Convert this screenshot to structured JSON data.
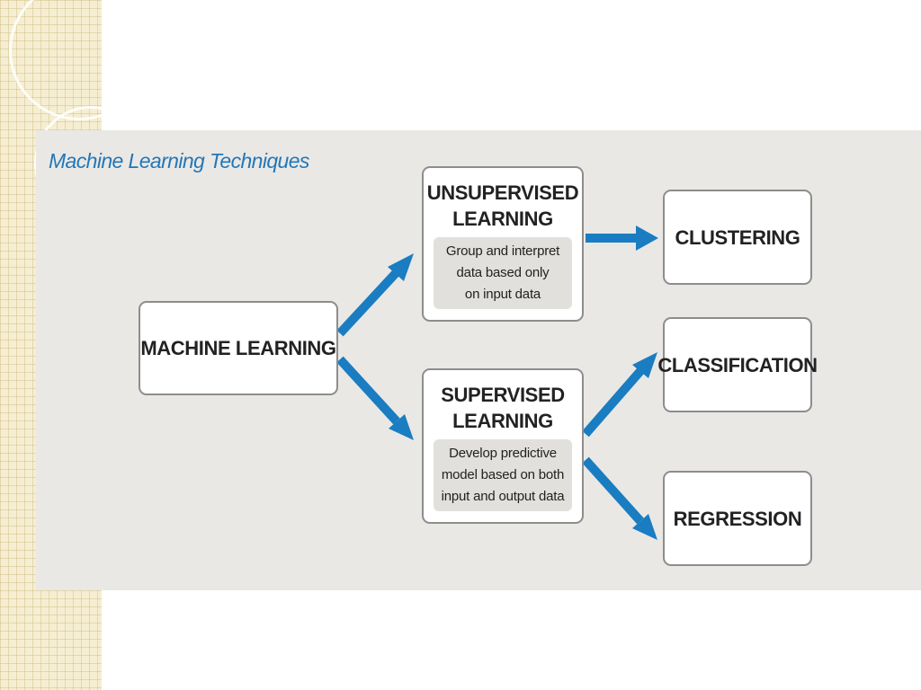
{
  "diagram": {
    "title": "Machine Learning Techniques",
    "nodes": {
      "machine_learning": {
        "label": "MACHINE LEARNING"
      },
      "unsupervised": {
        "title_lines": [
          "UNSUPERVISED",
          "LEARNING"
        ],
        "description_lines": [
          "Group and interpret",
          "data based only",
          "on input data"
        ]
      },
      "supervised": {
        "title_lines": [
          "SUPERVISED",
          "LEARNING"
        ],
        "description_lines": [
          "Develop predictive",
          "model based on both",
          "input and output data"
        ]
      },
      "clustering": {
        "label": "CLUSTERING"
      },
      "classification": {
        "label": "CLASSIFICATION"
      },
      "regression": {
        "label": "REGRESSION"
      }
    },
    "edges": [
      {
        "from": "machine_learning",
        "to": "unsupervised"
      },
      {
        "from": "machine_learning",
        "to": "supervised"
      },
      {
        "from": "unsupervised",
        "to": "clustering"
      },
      {
        "from": "supervised",
        "to": "classification"
      },
      {
        "from": "supervised",
        "to": "regression"
      }
    ],
    "colors": {
      "arrow": "#1a7dc1",
      "title": "#2277b8",
      "panel": "#eae8e5",
      "box_border": "#8d8d8d",
      "description_fill": "#e2e0dd"
    }
  }
}
